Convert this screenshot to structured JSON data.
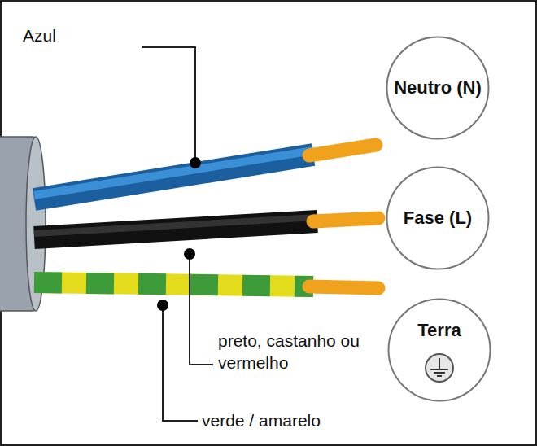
{
  "diagram": {
    "nodes": [
      {
        "text": [
          "Neutro (N)"
        ]
      },
      {
        "text": [
          "Fase (L)"
        ]
      },
      {
        "text": [
          "Terra"
        ]
      }
    ],
    "labels": [
      "Azul",
      "preto, castanho ou vermelho",
      "verde / amarelo"
    ]
  }
}
